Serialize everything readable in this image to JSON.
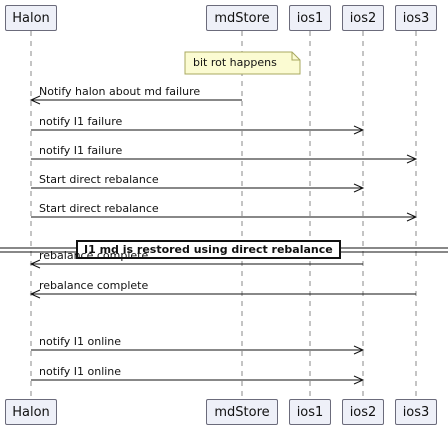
{
  "participants": [
    {
      "id": "halon",
      "label": "Halon"
    },
    {
      "id": "mdstore",
      "label": "mdStore"
    },
    {
      "id": "ios1",
      "label": "ios1"
    },
    {
      "id": "ios2",
      "label": "ios2"
    },
    {
      "id": "ios3",
      "label": "ios3"
    }
  ],
  "note": {
    "text": "bit rot happens",
    "over": "mdstore"
  },
  "messages": [
    {
      "from": "mdstore",
      "to": "halon",
      "label": "Notify halon about md failure"
    },
    {
      "from": "halon",
      "to": "ios2",
      "label": "notify I1 failure"
    },
    {
      "from": "halon",
      "to": "ios3",
      "label": "notify I1 failure"
    },
    {
      "from": "halon",
      "to": "ios2",
      "label": "Start direct rebalance"
    },
    {
      "from": "halon",
      "to": "ios3",
      "label": "Start direct rebalance"
    },
    {
      "divider": "I1 md is restored using direct rebalance"
    },
    {
      "from": "ios2",
      "to": "halon",
      "label": "rebalance complete"
    },
    {
      "from": "ios3",
      "to": "halon",
      "label": "rebalance complete"
    },
    {
      "from": "halon",
      "to": "ios2",
      "label": "notify I1 online"
    },
    {
      "from": "halon",
      "to": "ios2",
      "label": "notify I1 online"
    }
  ],
  "colors": {
    "participant_fill": "#eef0f8",
    "participant_border": "#6b6b7b",
    "note_fill": "#fbfbd2",
    "note_border": "#a8a860",
    "arrow": "#111111",
    "lifeline": "#8a8a8a"
  }
}
